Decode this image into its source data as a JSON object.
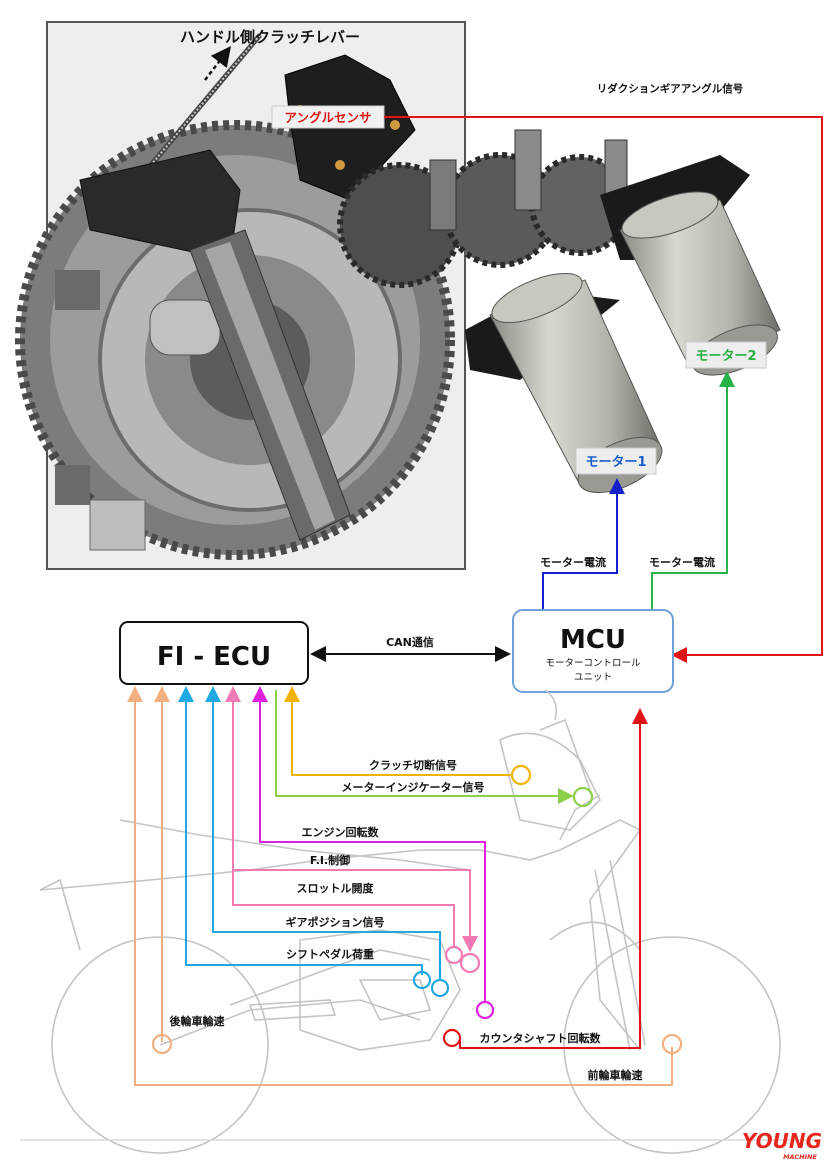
{
  "photo": {
    "cable_label": "ハンドル側クラッチレバー"
  },
  "sensor": {
    "angle_sensor": "アングルセンサ"
  },
  "signals": {
    "reduction_gear_angle": "リダクションギアアングル信号",
    "can": "CAN通信",
    "motor_current_1": "モーター電流",
    "motor_current_2": "モーター電流"
  },
  "motors": {
    "motor1": "モーター1",
    "motor2": "モーター2"
  },
  "ecu": {
    "title": "FI - ECU"
  },
  "mcu": {
    "title": "MCU",
    "subtitle_line1": "モーターコントロール",
    "subtitle_line2": "ユニット"
  },
  "inputs": {
    "clutch_cut": "クラッチ切断信号",
    "meter_indicator": "メーターインジケーター信号",
    "engine_rpm": "エンジン回転数",
    "fi_control": "F.I.制御",
    "throttle": "スロットル開度",
    "gear_position": "ギアポジション信号",
    "shift_pedal": "シフトペダル荷重",
    "rear_wheel": "後輪車輪速",
    "countershaft": "カウンタシャフト回転数",
    "front_wheel": "前輪車輪速"
  },
  "logo": {
    "text": "YOUNG",
    "sub": "MACHINE"
  },
  "colors": {
    "red": "#e01414",
    "green": "#27b24a",
    "blue": "#1420c8",
    "orange": "#f2b080",
    "yellow": "#f0b400",
    "lightgreen": "#8ccf4a",
    "magenta": "#e020e0",
    "pink": "#f07ab4",
    "cyan": "#20a8e0",
    "mcu_border": "#6fa0d8",
    "motor2_text": "#28b040",
    "motor1_text": "#1a5fc8"
  }
}
